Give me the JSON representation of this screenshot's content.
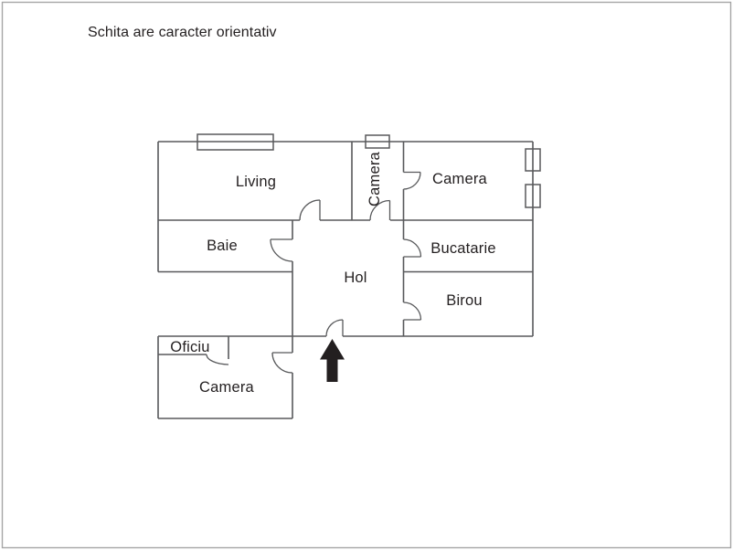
{
  "title": "Schita are caracter orientativ",
  "colors": {
    "wall": "#58595b",
    "text": "#231f20",
    "arrow": "#231f20",
    "frame": "#a6a6a6",
    "background": "#ffffff"
  },
  "rooms": {
    "living": {
      "label": "Living"
    },
    "camera_mid": {
      "label": "Camera"
    },
    "camera_right": {
      "label": "Camera"
    },
    "baie": {
      "label": "Baie"
    },
    "bucatarie": {
      "label": "Bucatarie"
    },
    "hol": {
      "label": "Hol"
    },
    "birou": {
      "label": "Birou"
    },
    "oficiu": {
      "label": "Oficiu"
    },
    "camera_bottom": {
      "label": "Camera"
    }
  },
  "icons": {
    "entrance_arrow": "arrow-up"
  }
}
